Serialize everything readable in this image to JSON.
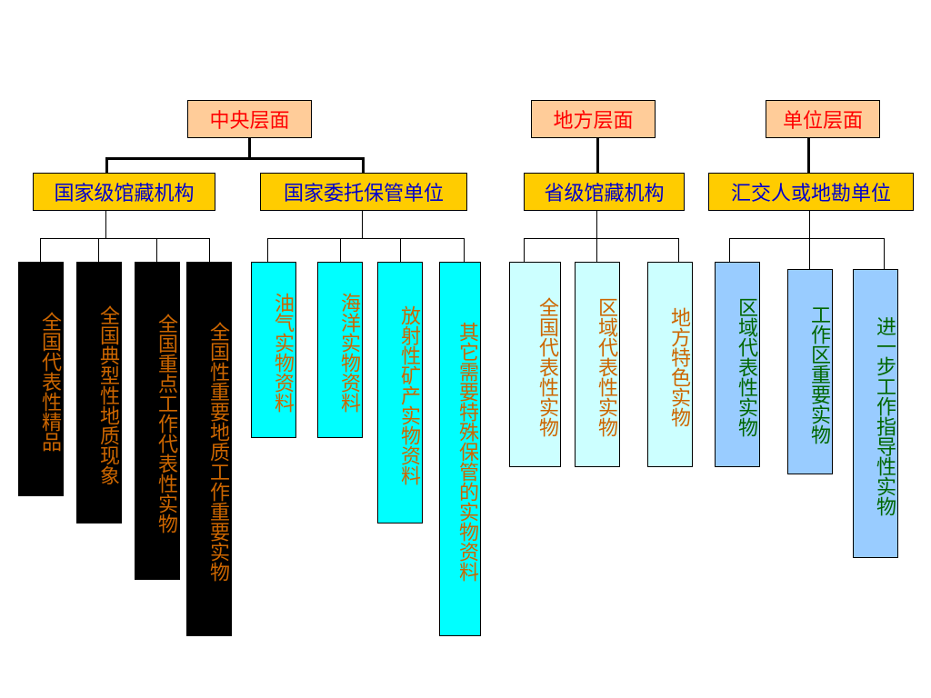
{
  "levels": {
    "central": "中央层面",
    "local": "地方层面",
    "unit": "单位层面"
  },
  "institutions": {
    "national_collection": "国家级馆藏机构",
    "national_entrusted": "国家委托保管单位",
    "provincial_collection": "省级馆藏机构",
    "submitting_units": "汇交人或地勘单位"
  },
  "items": {
    "national_collection": [
      "全国代表性精品",
      "全国典型性地质现象",
      "全国重点工作代表性实物",
      "全国性重要地质工作重要实物"
    ],
    "national_entrusted": [
      "油气实物资料",
      "海洋实物资料",
      "放射性矿产实物资料",
      "其它需要特殊保管的实物资料"
    ],
    "provincial_collection": [
      "全国代表性实物",
      "区域代表性实物",
      "地方特色实物"
    ],
    "submitting_units": [
      "区域代表性实物",
      "工作区重要实物",
      "进一步工作指导性实物"
    ]
  },
  "colors": {
    "level_box_fill": "#ffcc99",
    "level_text": "#ff0000",
    "institution_box_fill": "#ffcc00",
    "institution_text": "#0000cc",
    "national_collection_fill": "#000000",
    "national_entrusted_fill": "#00ffff",
    "provincial_fill": "#ccffff",
    "unit_fill": "#99ccff",
    "item_text": "#cc6600",
    "unit_item_text": "#006600"
  }
}
